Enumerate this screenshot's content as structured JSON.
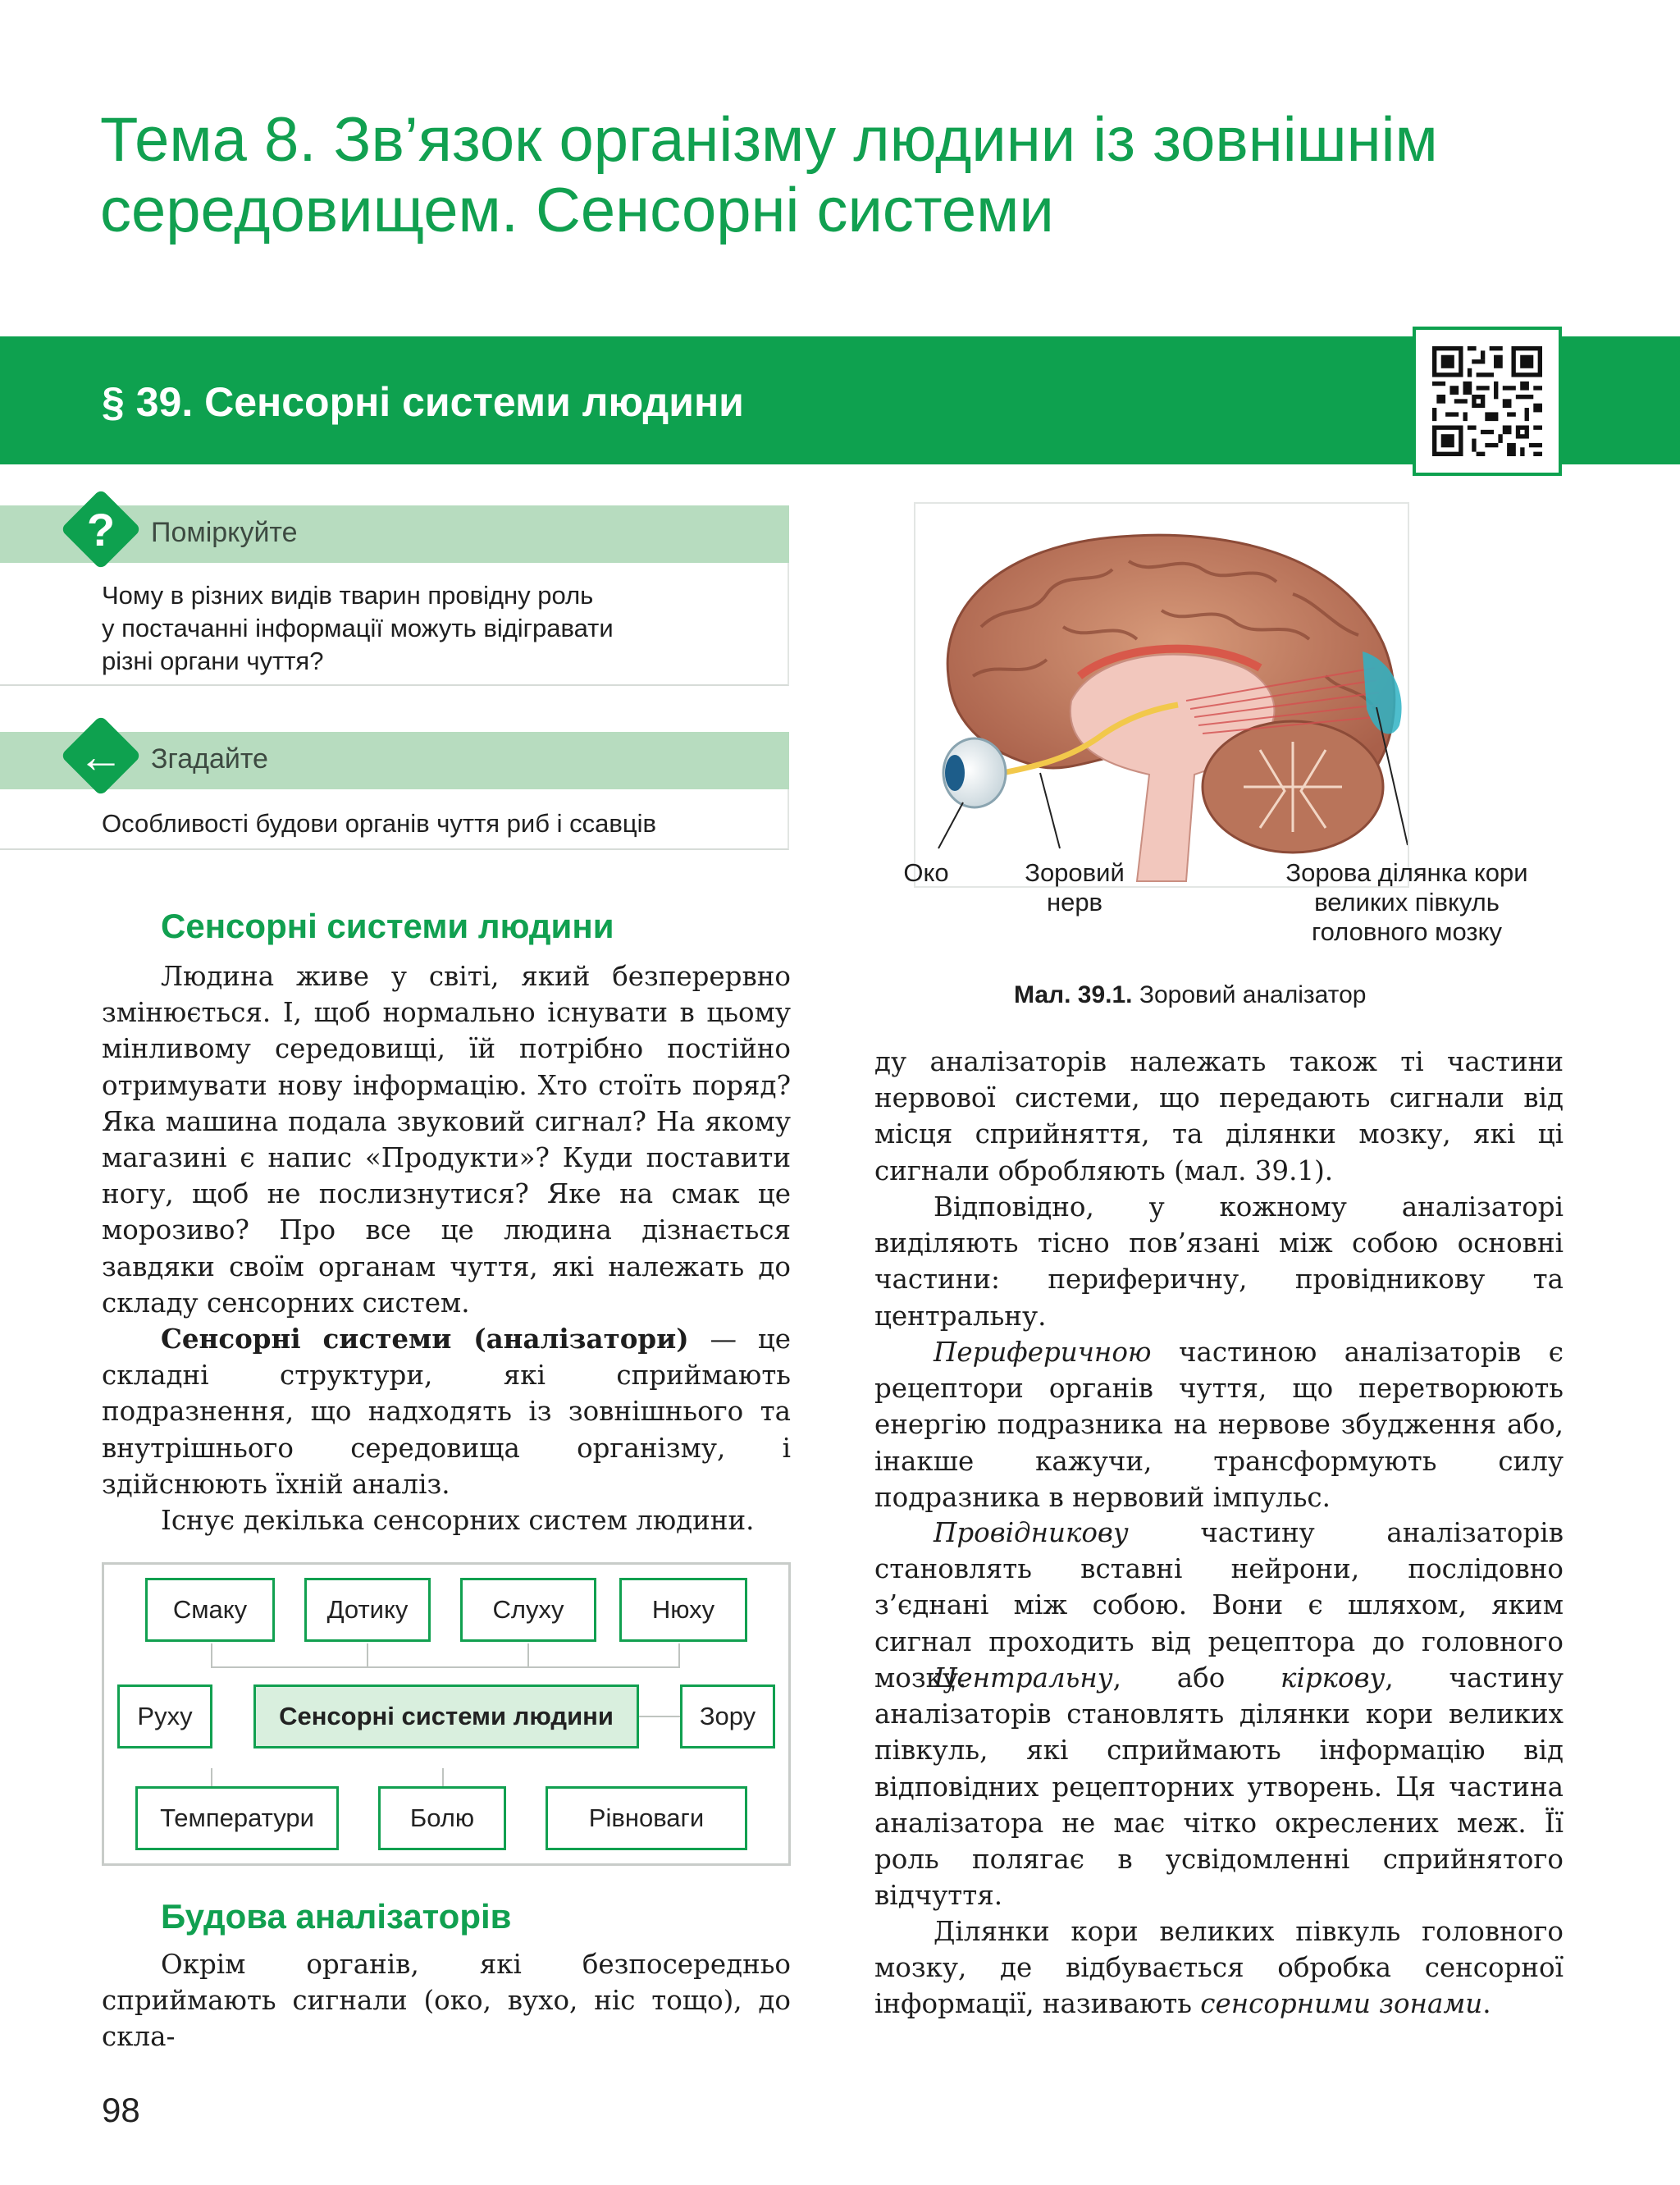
{
  "topic_title_line1": "Тема 8. Зв’язок організму людини із зовнішнім",
  "topic_title_line2": "середовищем. Сенсорні системи",
  "section_title": "§ 39. Сенсорні системи людини",
  "think": {
    "icon": "question-mark-icon",
    "glyph": "?",
    "label": "Поміркуйте",
    "lines": [
      "Чому в різних видів тварин провідну роль",
      "у постачанні інформації можуть відігравати",
      "різні органи чуття?"
    ]
  },
  "recall": {
    "icon": "arrow-left-icon",
    "glyph": "←",
    "label": "Згадайте",
    "text": "Особливості будови органів чуття риб і ссавців"
  },
  "subhead1": "Сенсорні системи людини",
  "left_p1": "Людина живе у світі, який безперервно змінюється. І, щоб нормально існувати в цьому мінливому середовищі, їй потрібно постійно отримувати нову інформацію. Хто стоїть поряд? Яка машина подала звуковий сигнал? На якому магазині є напис «Продукти»? Куди поставити ногу, щоб не послизнутися? Яке на смак це морозиво? Про все це людина дізнається завдяки своїм органам чуття, які належать до складу сенсорних систем.",
  "left_p2_bold": "Сенсорні системи (аналізатори)",
  "left_p2_rest": " — це складні структури, які сприймають подразнення, що надходять із зовнішнього та внутрішнього середовища організму, і здійснюють їхній аналіз.",
  "left_p3": "Існує декілька сенсорних систем людини.",
  "diagram": {
    "center": "Сенсорні системи людини",
    "top": [
      "Смаку",
      "Дотику",
      "Слуху",
      "Нюху"
    ],
    "left": "Руху",
    "right": "Зору",
    "bottom": [
      "Температури",
      "Болю",
      "Рівноваги"
    ]
  },
  "subhead2": "Будова аналізаторів",
  "left_p4": "Окрім органів, які безпосередньо сприймають сигнали (око, вухо, ніс тощо), до скла-",
  "figure": {
    "label_eye": "Око",
    "label_nerve": "Зоровий нерв",
    "label_cortex_1": "Зорова ділянка кори",
    "label_cortex_2": "великих півкуль",
    "label_cortex_3": "головного мозку",
    "caption_bold": "Мал. 39.1.",
    "caption_text": " Зоровий аналізатор"
  },
  "right_p1": "ду аналізаторів належать також ті частини нервової системи, що передають сигнали від місця сприйняття, та ділянки мозку, які ці сигнали обробляють (мал. 39.1).",
  "right_p2": "Відповідно, у кожному аналізаторі виділяють тісно пов’язані між собою основні частини: периферичну, провідникову та центральну.",
  "right_p3_italic": "Периферичною",
  "right_p3_rest": " частиною аналізаторів є рецептори органів чуття, що перетворюють енергію подразника на нервове збудження або, інакше кажучи, трансформують силу подразника в нервовий імпульс.",
  "right_p4_italic": "Провідникову",
  "right_p4_rest": " частину аналізаторів становлять вставні нейрони, послідовно з’єднані між собою. Вони є шляхом, яким сигнал проходить від рецептора до головного мозку.",
  "right_p5_italic1": "Центральну",
  "right_p5_mid": ", або ",
  "right_p5_italic2": "кіркову",
  "right_p5_rest": ", частину аналізаторів становлять ділянки кори великих півкуль, які сприймають інформацію від відповідних рецепторних утворень. Ця частина аналізатора не має чітко окреслених меж. Її роль полягає в усвідомленні сприйнятого відчуття.",
  "right_p6_start": "Ділянки кори великих півкуль головного мозку, де відбувається обробка сенсорної інформації, називають ",
  "right_p6_italic": "сенсорними зонами",
  "right_p6_end": ".",
  "page_number": "98",
  "colors": {
    "accent": "#0ea14f",
    "light_green": "#b7dcbf",
    "center_fill": "#d9efde"
  }
}
